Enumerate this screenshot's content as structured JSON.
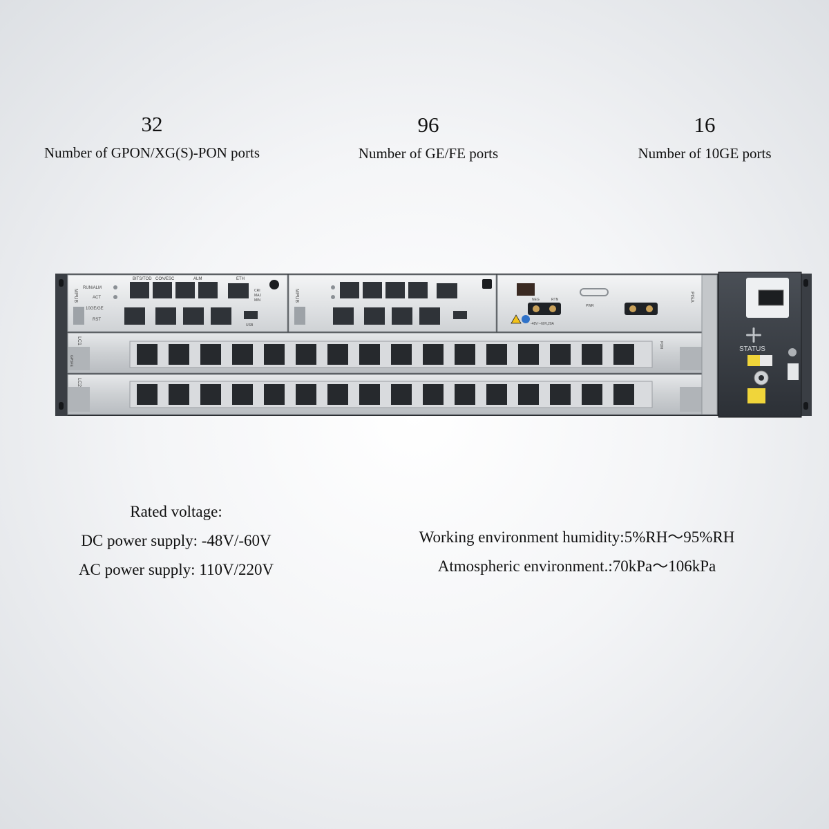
{
  "stats": [
    {
      "value": "32",
      "label": "Number of GPON/XG(S)-PON ports"
    },
    {
      "value": "96",
      "label": "Number of GE/FE ports"
    },
    {
      "value": "16",
      "label": "Number of 10GE ports"
    }
  ],
  "voltage": {
    "title": "Rated voltage:",
    "dc": "DC power supply: -48V/-60V",
    "ac": "AC power supply: 110V/220V"
  },
  "environment": {
    "humidity": "Working environment humidity:5%RH～95%RH",
    "atmosphere": "Atmospheric environment.:70kPa～106kPa"
  },
  "device": {
    "mpu_left_name": "MPUB",
    "mpu_right_name": "MPUB",
    "psu_name": "PISA",
    "lc1_name": "LC1",
    "lc2_name": "LC2",
    "card_type": "GPSFE",
    "status_label": "STATUS",
    "label_bits": "BITS/TOD",
    "label_con": "CON/ESC",
    "label_alm": "ALM",
    "label_eth": "ETH",
    "label_runalm": "RUN/ALM",
    "label_act": "ACT",
    "label_10ge": "10GE/GE",
    "label_rst": "RST",
    "label_usb": "USB",
    "label_cri": "CRI",
    "label_maj": "MAJ",
    "label_min": "MIN",
    "label_rtn": "RTN",
    "label_neg": "NEG",
    "label_pwr": "PWR",
    "label_pon": "PON",
    "psu_rating": "-48V~-60V,20A"
  }
}
